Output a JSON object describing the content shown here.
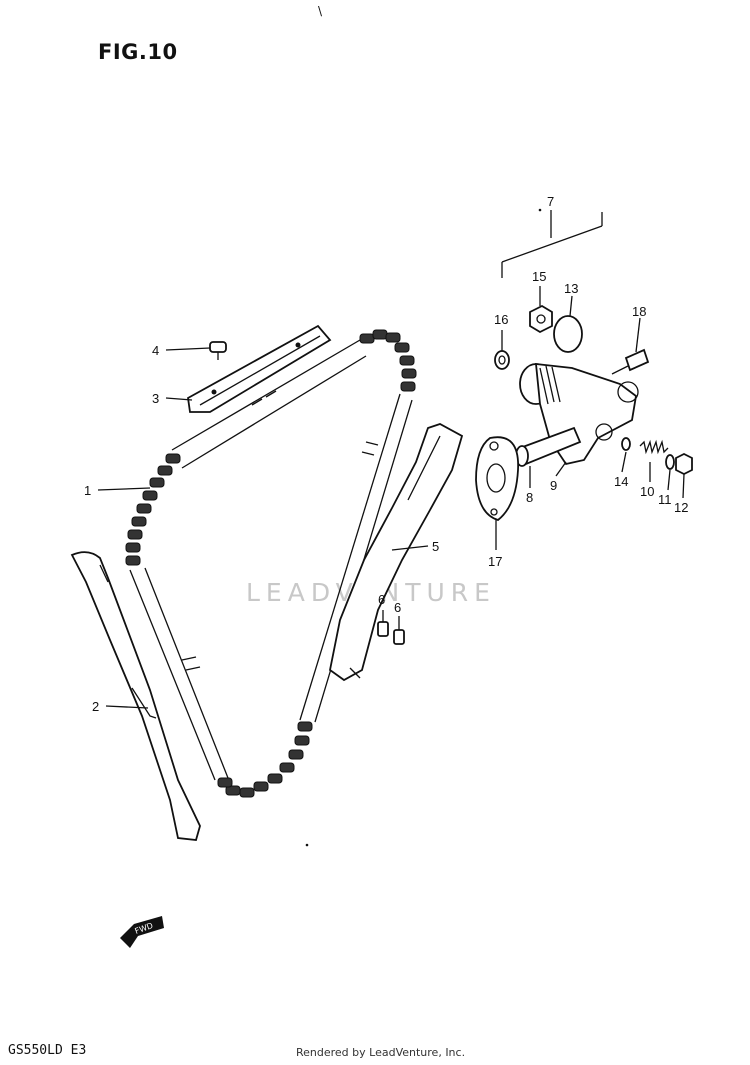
{
  "figure": {
    "title": "FIG.10",
    "mark": "\\",
    "model": "GS550LD E3",
    "credit": "Rendered by LeadVenture, Inc.",
    "watermark": "LEADVENTURE",
    "fwd": "FWD"
  },
  "callouts": [
    {
      "id": "1",
      "label": "1"
    },
    {
      "id": "2",
      "label": "2"
    },
    {
      "id": "3",
      "label": "3"
    },
    {
      "id": "4",
      "label": "4"
    },
    {
      "id": "5",
      "label": "5"
    },
    {
      "id": "6a",
      "label": "6"
    },
    {
      "id": "6b",
      "label": "6"
    },
    {
      "id": "7",
      "label": "7"
    },
    {
      "id": "8",
      "label": "8"
    },
    {
      "id": "9",
      "label": "9"
    },
    {
      "id": "10",
      "label": "10"
    },
    {
      "id": "11",
      "label": "11"
    },
    {
      "id": "12",
      "label": "12"
    },
    {
      "id": "13",
      "label": "13"
    },
    {
      "id": "14",
      "label": "14"
    },
    {
      "id": "15",
      "label": "15"
    },
    {
      "id": "16",
      "label": "16"
    },
    {
      "id": "17",
      "label": "17"
    },
    {
      "id": "18",
      "label": "18"
    }
  ]
}
